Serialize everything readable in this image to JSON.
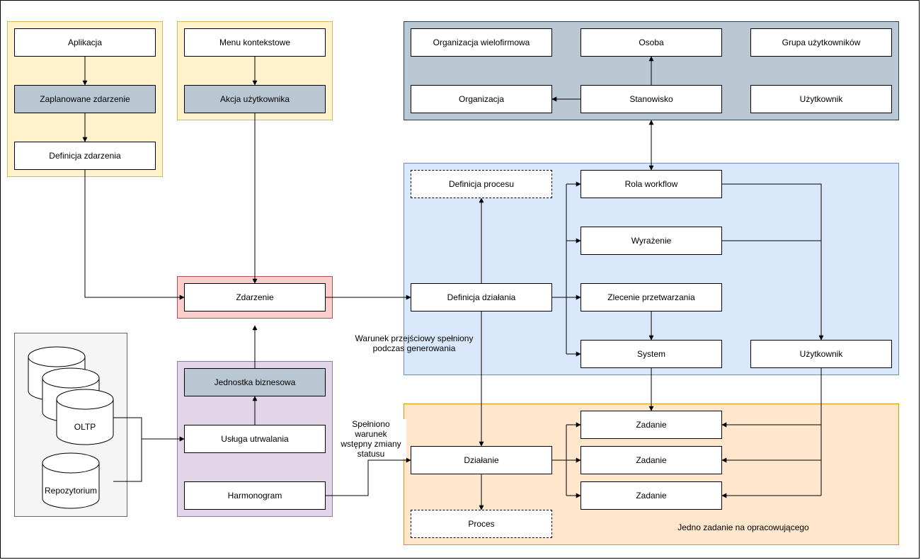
{
  "nodes": {
    "aplikacja": "Aplikacja",
    "zaplanowane_zdarzenie": "Zaplanowane zdarzenie",
    "definicja_zdarzenia": "Definicja zdarzenia",
    "menu_kontekstowe": "Menu kontekstowe",
    "akcja_uzytkownika": "Akcja użytkownika",
    "organizacja_wielofirmowa": "Organizacja wielofirmowa",
    "osoba": "Osoba",
    "grupa_uzytkownikow": "Grupa użytkowników",
    "organizacja": "Organizacja",
    "stanowisko": "Stanowisko",
    "uzytkownik_top": "Użytkownik",
    "definicja_procesu": "Definicja procesu",
    "rola_workflow": "Rola workflow",
    "wyrazenie": "Wyrażenie",
    "zlecenie_przetwarzania": "Zlecenie przetwarzania",
    "definicja_dzialania": "Definicja działania",
    "system": "System",
    "uzytkownik": "Użytkownik",
    "zdarzenie": "Zdarzenie",
    "jednostka_biznesowa": "Jednostka biznesowa",
    "usluga_utrwalania": "Usługa utrwalania",
    "harmonogram": "Harmonogram",
    "dzialanie": "Działanie",
    "zadanie_1": "Zadanie",
    "zadanie_2": "Zadanie",
    "zadanie_3": "Zadanie",
    "proces": "Proces"
  },
  "databases": {
    "oltp": "OLTP",
    "repozytorium": "Repozytorium"
  },
  "labels": {
    "warunek_przejsciowy_line1": "Warunek przejściowy spełniony",
    "warunek_przejsciowy_line2": "podczas generowania",
    "spelniono_line1": "Spełniono",
    "spelniono_line2": "warunek",
    "spelniono_line3": "wstępny zmiany",
    "spelniono_line4": "statusu",
    "jedno_zadanie": "Jedno zadanie na opracowującego"
  },
  "colors": {
    "yellow_fill": "#fff2cc",
    "gray_fill": "#bac8d3",
    "blue_fill": "#dae8fc",
    "orange_fill": "#ffe6cc",
    "pink_fill": "#f8cecc",
    "purple_fill": "#e1d5e7"
  }
}
